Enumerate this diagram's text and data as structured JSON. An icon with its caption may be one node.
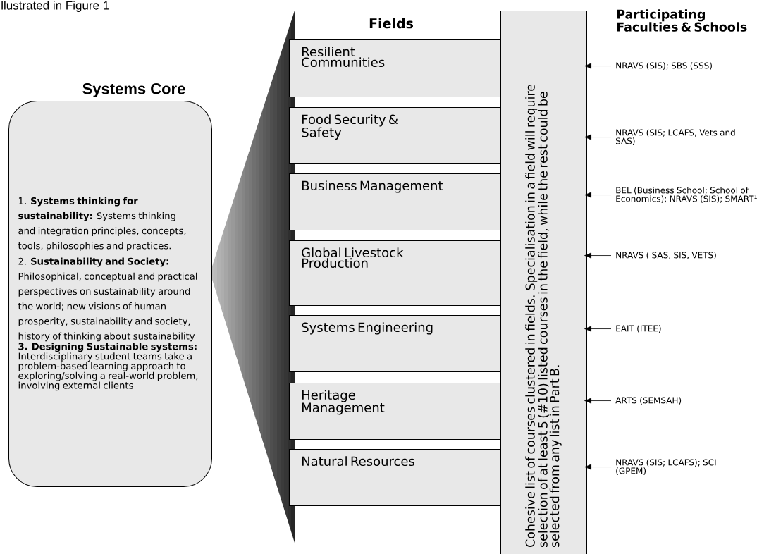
{
  "diagram": {
    "nodes": [
      {
        "text": [
          "Systems Core",
          "1. **Systems thinking for sustainability:** Systems thinking and integration principles, concepts, tools, philosophies and practices.",
          "2. **Sustainability and Society:** Philosophical, conceptual and practical perspectives on sustainability around the world; new visions of human prosperity, sustainability and society, history of thinking about sustainability",
          "**3. Designing Sustainable systems:** Interdisciplinary student teams take a problem-based learning approach to exploring/solving a real-world problem, involving external clients"
        ]
      },
      {
        "text": [
          "Resilient Communities"
        ]
      },
      {
        "text": [
          "Food Security & Safety"
        ]
      },
      {
        "text": [
          "Business Management"
        ]
      },
      {
        "text": [
          "Global Livestock Production"
        ]
      },
      {
        "text": [
          "Systems Engineering"
        ]
      },
      {
        "text": [
          "Heritage Management"
        ]
      },
      {
        "text": [
          "Natural Resources"
        ]
      },
      {
        "text": [
          "Cohesive list of courses clustered in fields. Specialisation in a field will require selection of at least 5 (#10) listed courses in the field, while the rest could be selected from any list in Part B."
        ]
      },
      {
        "text": [
          "NRAVS (SIS); SBS (SSS)"
        ]
      },
      {
        "text": [
          "NRAVS (SIS; LCAFS, Vets and SAS)"
        ]
      },
      {
        "text": [
          "BEL (Business School; School of Economics); NRAVS (SIS); SMART$^{1}$"
        ]
      },
      {
        "text": [
          "NRAVS ( SAS, SIS, VETS)"
        ]
      },
      {
        "text": [
          "EAIT (ITEE)"
        ]
      },
      {
        "text": [
          "ARTS (SEMSAH)"
        ]
      },
      {
        "text": [
          "NRAVS (SIS; LCAFS); SCI (GPEM)"
        ]
      }
    ],
    "edges": [
      {
        "from": 9,
        "to": 8,
        "arrow": "to"
      },
      {
        "from": 10,
        "to": 8,
        "arrow": "to"
      },
      {
        "from": 11,
        "to": 8,
        "arrow": "to"
      },
      {
        "from": 12,
        "to": 8,
        "arrow": "to"
      },
      {
        "from": 13,
        "to": 8,
        "arrow": "to"
      },
      {
        "from": 14,
        "to": 8,
        "arrow": "to"
      },
      {
        "from": 15,
        "to": 8,
        "arrow": "to"
      }
    ],
    "labels": [
      "llustrated in Figure 1",
      "Fields",
      "Participating Faculties & Schools"
    ]
  }
}
